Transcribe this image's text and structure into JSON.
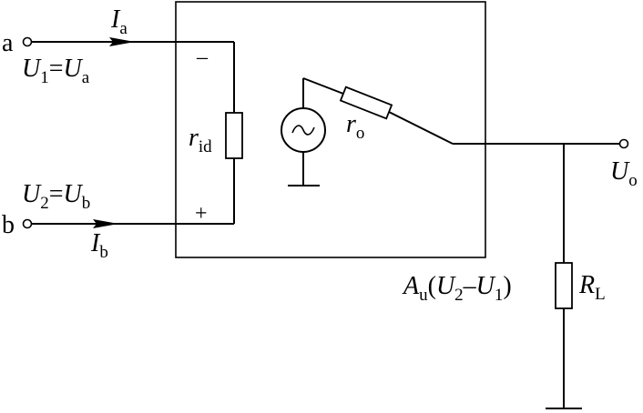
{
  "terminals": {
    "a": "a",
    "b": "b"
  },
  "labels": {
    "Ia": {
      "main": "I",
      "sub": "a"
    },
    "Ib": {
      "main": "I",
      "sub": "b"
    },
    "U1": {
      "main": "U",
      "sub": "1",
      "eq": "=",
      "main2": "U",
      "sub2": "a"
    },
    "U2": {
      "main": "U",
      "sub": "2",
      "eq": "=",
      "main2": "U",
      "sub2": "b"
    },
    "rid": {
      "main": "r",
      "sub": "id"
    },
    "ro": {
      "main": "r",
      "sub": "o"
    },
    "Uo": {
      "main": "U",
      "sub": "o"
    },
    "RL": {
      "main": "R",
      "sub": "L"
    },
    "gain": {
      "A": "A",
      "Asub": "u",
      "open": "(",
      "U2": "U",
      "U2sub": "2",
      "minus": "–",
      "U1": "U",
      "U1sub": "1",
      "close": ")"
    }
  },
  "signs": {
    "minus": "–",
    "plus": "+"
  },
  "icons": {
    "source": "ac-source-tilde-icon",
    "ground": "ground-icon"
  }
}
